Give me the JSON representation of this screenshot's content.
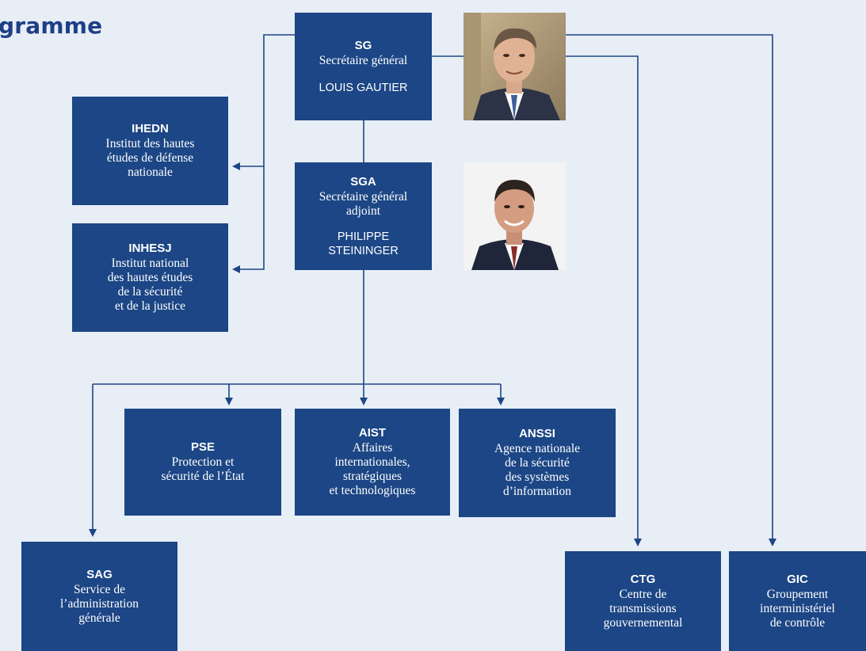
{
  "page_title": "gramme",
  "colors": {
    "box": "#1c4685",
    "line": "#1c4685",
    "background": "#e8eef6"
  },
  "units": {
    "sg": {
      "abbr": "SG",
      "label": "Secrétaire général",
      "person": "LOUIS GAUTIER"
    },
    "sga": {
      "abbr": "SGA",
      "label": "Secrétaire général\nadjoint",
      "person": "PHILIPPE STEININGER"
    },
    "ihedn": {
      "abbr": "IHEDN",
      "label": "Institut des hautes\nétudes de défense\nnationale"
    },
    "inhesj": {
      "abbr": "INHESJ",
      "label": "Institut national\ndes hautes études\nde la sécurité\net de la justice"
    },
    "pse": {
      "abbr": "PSE",
      "label": "Protection et\nsécurité de l’État"
    },
    "aist": {
      "abbr": "AIST",
      "label": "Affaires\ninternationales,\nstratégiques\net technologiques"
    },
    "anssi": {
      "abbr": "ANSSI",
      "label": "Agence nationale\nde la sécurité\ndes systèmes\nd’information"
    },
    "sag": {
      "abbr": "SAG",
      "label": "Service de\nl’administration\ngénérale"
    },
    "ctg": {
      "abbr": "CTG",
      "label": "Centre de\ntransmissions\ngouvernemental"
    },
    "gic": {
      "abbr": "GIC",
      "label": "Groupement\ninterministériel\nde contrôle"
    }
  }
}
